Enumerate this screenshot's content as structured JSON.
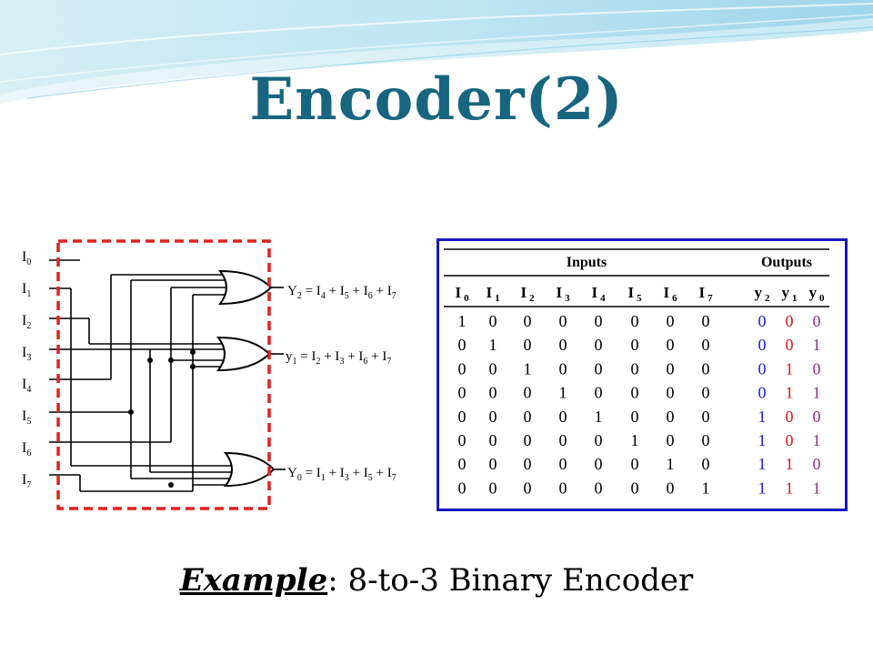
{
  "slide": {
    "title": "Encoder(2)",
    "caption_example": "Example",
    "caption_rest": ": 8-to-3 Binary Encoder"
  },
  "circuit": {
    "inputs": [
      "I",
      "I",
      "I",
      "I",
      "I",
      "I",
      "I",
      "I"
    ],
    "input_subscripts": [
      "0",
      "1",
      "2",
      "3",
      "4",
      "5",
      "6",
      "7"
    ],
    "output_y2": {
      "lhs": "Y",
      "lhs_sub": "2",
      "terms": [
        {
          "op": " = I",
          "sub": "4"
        },
        {
          "op": " + I",
          "sub": "5"
        },
        {
          "op": " + I",
          "sub": "6"
        },
        {
          "op": " + I",
          "sub": "7"
        }
      ]
    },
    "output_y1": {
      "lhs": "y",
      "lhs_sub": "1",
      "terms": [
        {
          "op": " = I",
          "sub": "2"
        },
        {
          "op": " + I",
          "sub": "3"
        },
        {
          "op": " + I",
          "sub": "6"
        },
        {
          "op": " + I",
          "sub": "7"
        }
      ]
    },
    "output_y0": {
      "lhs": "Y",
      "lhs_sub": "0",
      "terms": [
        {
          "op": " = I",
          "sub": "1"
        },
        {
          "op": " + I",
          "sub": "3"
        },
        {
          "op": " + I",
          "sub": "5"
        },
        {
          "op": " + I",
          "sub": "7"
        }
      ]
    },
    "colors": {
      "highlight_box": "#e02020",
      "wire": "#000000"
    }
  },
  "truth_table": {
    "header_inputs": "Inputs",
    "header_outputs": "Outputs",
    "input_cols": [
      {
        "name": "I",
        "sub": "0"
      },
      {
        "name": "I",
        "sub": "1"
      },
      {
        "name": "I",
        "sub": "2"
      },
      {
        "name": "I",
        "sub": "3"
      },
      {
        "name": "I",
        "sub": "4"
      },
      {
        "name": "I",
        "sub": "5"
      },
      {
        "name": "I",
        "sub": "6"
      },
      {
        "name": "I",
        "sub": "7"
      }
    ],
    "output_cols": [
      {
        "name": "y",
        "sub": "2"
      },
      {
        "name": "y",
        "sub": "1"
      },
      {
        "name": "y",
        "sub": "0"
      }
    ],
    "rows": [
      {
        "in": [
          "1",
          "0",
          "0",
          "0",
          "0",
          "0",
          "0",
          "0"
        ],
        "out": [
          "0",
          "0",
          "0"
        ]
      },
      {
        "in": [
          "0",
          "1",
          "0",
          "0",
          "0",
          "0",
          "0",
          "0"
        ],
        "out": [
          "0",
          "0",
          "1"
        ]
      },
      {
        "in": [
          "0",
          "0",
          "1",
          "0",
          "0",
          "0",
          "0",
          "0"
        ],
        "out": [
          "0",
          "1",
          "0"
        ]
      },
      {
        "in": [
          "0",
          "0",
          "0",
          "1",
          "0",
          "0",
          "0",
          "0"
        ],
        "out": [
          "0",
          "1",
          "1"
        ]
      },
      {
        "in": [
          "0",
          "0",
          "0",
          "0",
          "1",
          "0",
          "0",
          "0"
        ],
        "out": [
          "1",
          "0",
          "0"
        ]
      },
      {
        "in": [
          "0",
          "0",
          "0",
          "0",
          "0",
          "1",
          "0",
          "0"
        ],
        "out": [
          "1",
          "0",
          "1"
        ]
      },
      {
        "in": [
          "0",
          "0",
          "0",
          "0",
          "0",
          "0",
          "1",
          "0"
        ],
        "out": [
          "1",
          "1",
          "0"
        ]
      },
      {
        "in": [
          "0",
          "0",
          "0",
          "0",
          "0",
          "0",
          "0",
          "1"
        ],
        "out": [
          "1",
          "1",
          "1"
        ]
      }
    ],
    "colors": {
      "border": "#1818c0",
      "output_y2": "#1a1ad0",
      "output_y1": "#d01818",
      "output_y0": "#9a2a8a"
    }
  }
}
